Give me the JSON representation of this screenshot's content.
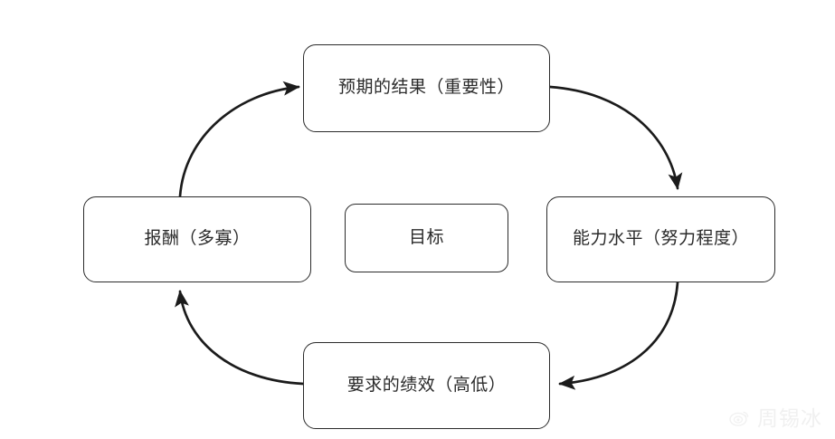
{
  "diagram": {
    "type": "cycle-diagram",
    "background_color": "#ffffff",
    "stroke_color": "#2b2b2b",
    "text_color": "#2a2a2a",
    "nodes": [
      {
        "id": "top",
        "label": "预期的结果（重要性）",
        "position": "top"
      },
      {
        "id": "right",
        "label": "能力水平（努力程度）",
        "position": "right"
      },
      {
        "id": "bottom",
        "label": "要求的绩效（高低）",
        "position": "bottom"
      },
      {
        "id": "left",
        "label": "报酬（多寡）",
        "position": "left"
      },
      {
        "id": "center",
        "label": "目标",
        "position": "center"
      }
    ],
    "arrows": [
      {
        "id": "arrow-top-to-right",
        "from": "top",
        "to": "right",
        "direction": "clockwise"
      },
      {
        "id": "arrow-right-to-bottom",
        "from": "right",
        "to": "bottom",
        "direction": "clockwise"
      },
      {
        "id": "arrow-bottom-to-left",
        "from": "bottom",
        "to": "left",
        "direction": "clockwise"
      },
      {
        "id": "arrow-left-to-top",
        "from": "left",
        "to": "top",
        "direction": "clockwise"
      }
    ]
  },
  "watermark": {
    "text": "周锡冰",
    "logo": "weibo-eye-icon",
    "color": "#e2e2e2"
  }
}
